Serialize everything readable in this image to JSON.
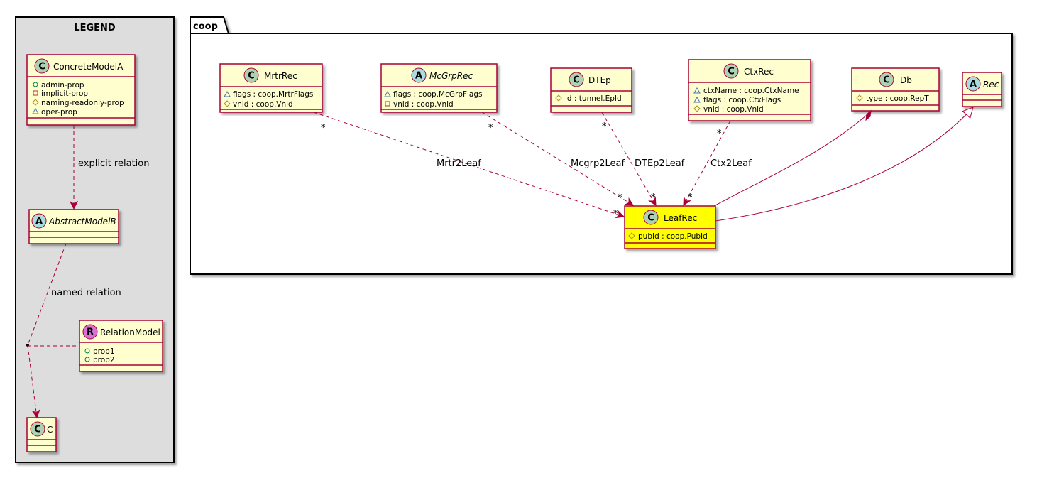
{
  "legend": {
    "title": "LEGEND",
    "classes": {
      "concrete": {
        "name": "ConcreteModelA",
        "stereotype": "C",
        "attrs": [
          {
            "vis": "+",
            "text": "admin-prop"
          },
          {
            "vis": "-",
            "text": "implicit-prop"
          },
          {
            "vis": "#",
            "text": "naming-readonly-prop"
          },
          {
            "vis": "~",
            "text": "oper-prop"
          }
        ]
      },
      "abstract": {
        "name": "AbstractModelB",
        "stereotype": "A"
      },
      "relation": {
        "name": "RelationModel",
        "stereotype": "R",
        "attrs": [
          {
            "vis": "+",
            "text": "prop1"
          },
          {
            "vis": "+",
            "text": "prop2"
          }
        ]
      },
      "c": {
        "name": "C",
        "stereotype": "C"
      }
    },
    "relations": {
      "explicit": "explicit relation",
      "named": "named relation"
    }
  },
  "package": {
    "name": "coop",
    "classes": {
      "mrtr": {
        "name": "MrtrRec",
        "stereotype": "C",
        "attrs": [
          {
            "vis": "~",
            "text": "flags : coop.MrtrFlags"
          },
          {
            "vis": "#",
            "text": "vnid : coop.Vnid"
          }
        ]
      },
      "mcgrp": {
        "name": "McGrpRec",
        "stereotype": "A",
        "attrs": [
          {
            "vis": "~",
            "text": "flags : coop.McGrpFlags"
          },
          {
            "vis": "-",
            "text": "vnid : coop.Vnid"
          }
        ]
      },
      "dtep": {
        "name": "DTEp",
        "stereotype": "C",
        "attrs": [
          {
            "vis": "#",
            "text": "id : tunnel.EpId"
          }
        ]
      },
      "ctx": {
        "name": "CtxRec",
        "stereotype": "C",
        "attrs": [
          {
            "vis": "~",
            "text": "ctxName : coop.CtxName"
          },
          {
            "vis": "~",
            "text": "flags : coop.CtxFlags"
          },
          {
            "vis": "#",
            "text": "vnid : coop.Vnid"
          }
        ]
      },
      "db": {
        "name": "Db",
        "stereotype": "C",
        "attrs": [
          {
            "vis": "#",
            "text": "type : coop.RepT"
          }
        ]
      },
      "rec": {
        "name": "Rec",
        "stereotype": "A"
      },
      "leaf": {
        "name": "LeafRec",
        "stereotype": "C",
        "attrs": [
          {
            "vis": "#",
            "text": "pubId : coop.PubId"
          }
        ]
      }
    },
    "relations": {
      "mrtr2leaf": {
        "label": "Mrtr2Leaf",
        "src_mult": "*",
        "dst_mult": "*"
      },
      "mcgrp2leaf": {
        "label": "Mcgrp2Leaf",
        "src_mult": "*",
        "dst_mult": "*"
      },
      "dtep2leaf": {
        "label": "DTEp2Leaf",
        "src_mult": "*",
        "dst_mult": "*"
      },
      "ctx2leaf": {
        "label": "Ctx2Leaf",
        "src_mult": "*",
        "dst_mult": "*"
      }
    }
  },
  "colors": {
    "class_fill": "#FEFECE",
    "class_border": "#A80036",
    "highlight_fill": "#FFFF00",
    "stereotype_C": "#ADD1B2",
    "stereotype_A": "#A9DCDF",
    "stereotype_R": "#DA70D6",
    "legend_bg": "#DDDDDD",
    "arrow": "#A80036"
  }
}
